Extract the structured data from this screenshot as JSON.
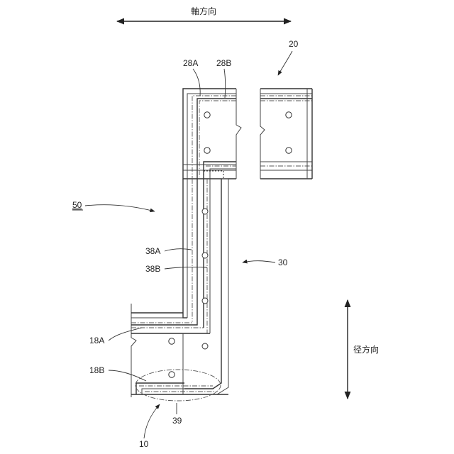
{
  "labels": {
    "axial": "軸方向",
    "radial": "径方向",
    "ref_20": "20",
    "ref_28A": "28A",
    "ref_28B": "28B",
    "ref_50": "50",
    "ref_38A": "38A",
    "ref_38B": "38B",
    "ref_30": "30",
    "ref_18A": "18A",
    "ref_18B": "18B",
    "ref_39": "39",
    "ref_10": "10"
  }
}
